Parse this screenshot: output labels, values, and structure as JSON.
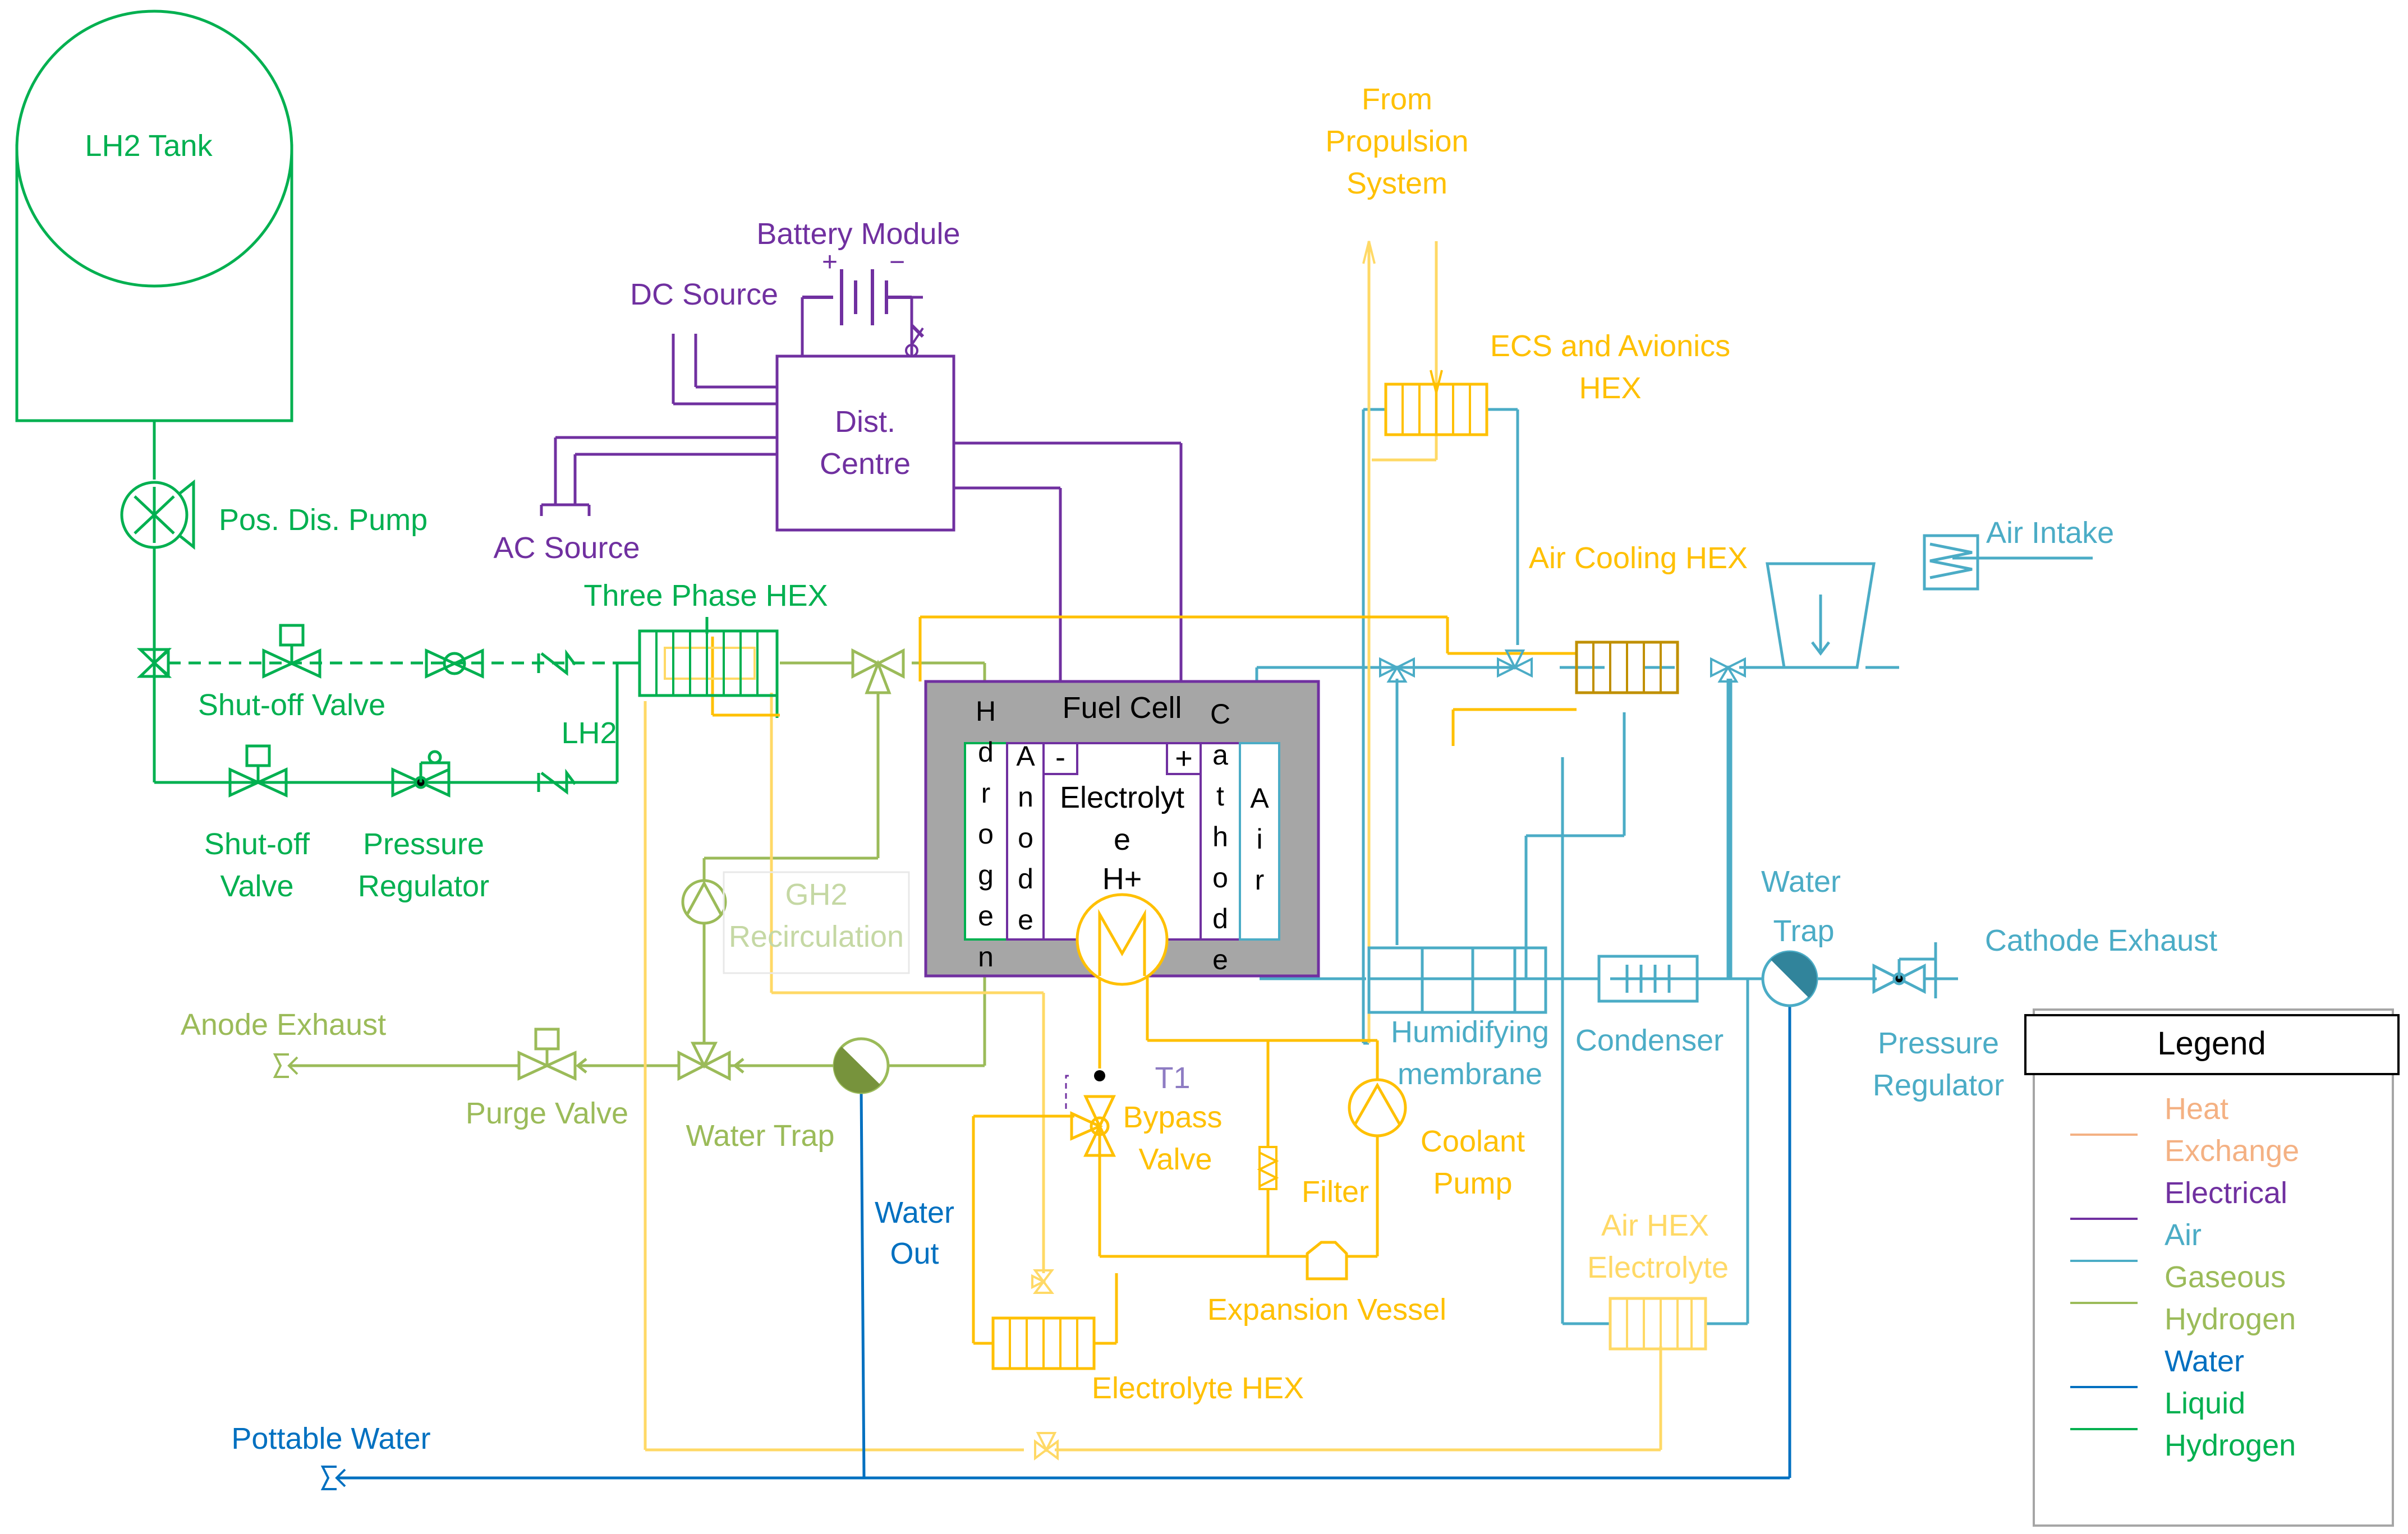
{
  "colors": {
    "heat_exchange": "#F4B183",
    "electrical": "#7030A0",
    "air": "#4BACC6",
    "gaseous_hydrogen": "#9BBB59",
    "water": "#0070C0",
    "liquid_hydrogen": "#00B050",
    "coolant": "#FFC000",
    "electrolyte": "#FFD966",
    "fuel_cell_fill": "#A6A6A6"
  },
  "labels": {
    "lh2_tank": "LH2 Tank",
    "pos_dis_pump": "Pos. Dis. Pump",
    "shutoff_valve_top": "Shut-off Valve",
    "shutoff_valve_bottom": [
      "Shut-off",
      "Valve"
    ],
    "pressure_regulator_h2": [
      "Pressure",
      "Regulator"
    ],
    "lh2": "LH2",
    "three_phase_hex": "Three Phase HEX",
    "battery_module": "Battery Module",
    "dc_source": "DC Source",
    "ac_source": "AC Source",
    "dist_centre": [
      "Dist.",
      "Centre"
    ],
    "from_propulsion": [
      "From",
      "Propulsion",
      "System"
    ],
    "ecs_avionics_hex": [
      "ECS and Avionics",
      "HEX"
    ],
    "air_cooling_hex": "Air Cooling HEX",
    "air_intake": "Air Intake",
    "fuel_cell": "Fuel Cell",
    "fc_hydrogen": [
      "H",
      "d",
      "r",
      "o",
      "g",
      "e",
      "n"
    ],
    "fc_anode": [
      "A",
      "n",
      "o",
      "d",
      "e"
    ],
    "fc_cathode": [
      "C",
      "a",
      "t",
      "h",
      "o",
      "d",
      "e"
    ],
    "fc_air": [
      "A",
      "i",
      "r"
    ],
    "fc_minus": "-",
    "fc_plus": "+",
    "fc_electrolyte": [
      "Electrolyt",
      "e",
      "H+"
    ],
    "gh2_recirculation": [
      "GH2",
      "Recirculation"
    ],
    "anode_exhaust": "Anode Exhaust",
    "purge_valve": "Purge Valve",
    "water_trap_anode": "Water Trap",
    "water_out": [
      "Water",
      "Out"
    ],
    "t1": "T1",
    "bypass_valve": [
      "Bypass",
      "Valve"
    ],
    "filter": "Filter",
    "coolant_pump": [
      "Coolant",
      "Pump"
    ],
    "expansion_vessel": "Expansion Vessel",
    "electrolyte_hex": "Electrolyte HEX",
    "air_hex_electrolyte": [
      "Air HEX",
      "Electrolyte"
    ],
    "humidifying_membrane": [
      "Humidifying",
      "membrane"
    ],
    "condenser": "Condenser",
    "water_trap_cathode": [
      "Water",
      "Trap"
    ],
    "pressure_regulator_cathode": [
      "Pressure",
      "Regulator"
    ],
    "cathode_exhaust": "Cathode Exhaust",
    "pottable_water": "Pottable Water"
  },
  "legend": {
    "title": "Legend",
    "items": [
      {
        "lines": [
          "Heat",
          "Exchange"
        ],
        "color": "#F4B183"
      },
      {
        "lines": [
          "Electrical"
        ],
        "color": "#7030A0"
      },
      {
        "lines": [
          "Air"
        ],
        "color": "#4BACC6"
      },
      {
        "lines": [
          "Gaseous",
          "Hydrogen"
        ],
        "color": "#9BBB59"
      },
      {
        "lines": [
          "Water"
        ],
        "color": "#0070C0"
      },
      {
        "lines": [
          "Liquid",
          "Hydrogen"
        ],
        "color": "#00B050"
      }
    ]
  }
}
